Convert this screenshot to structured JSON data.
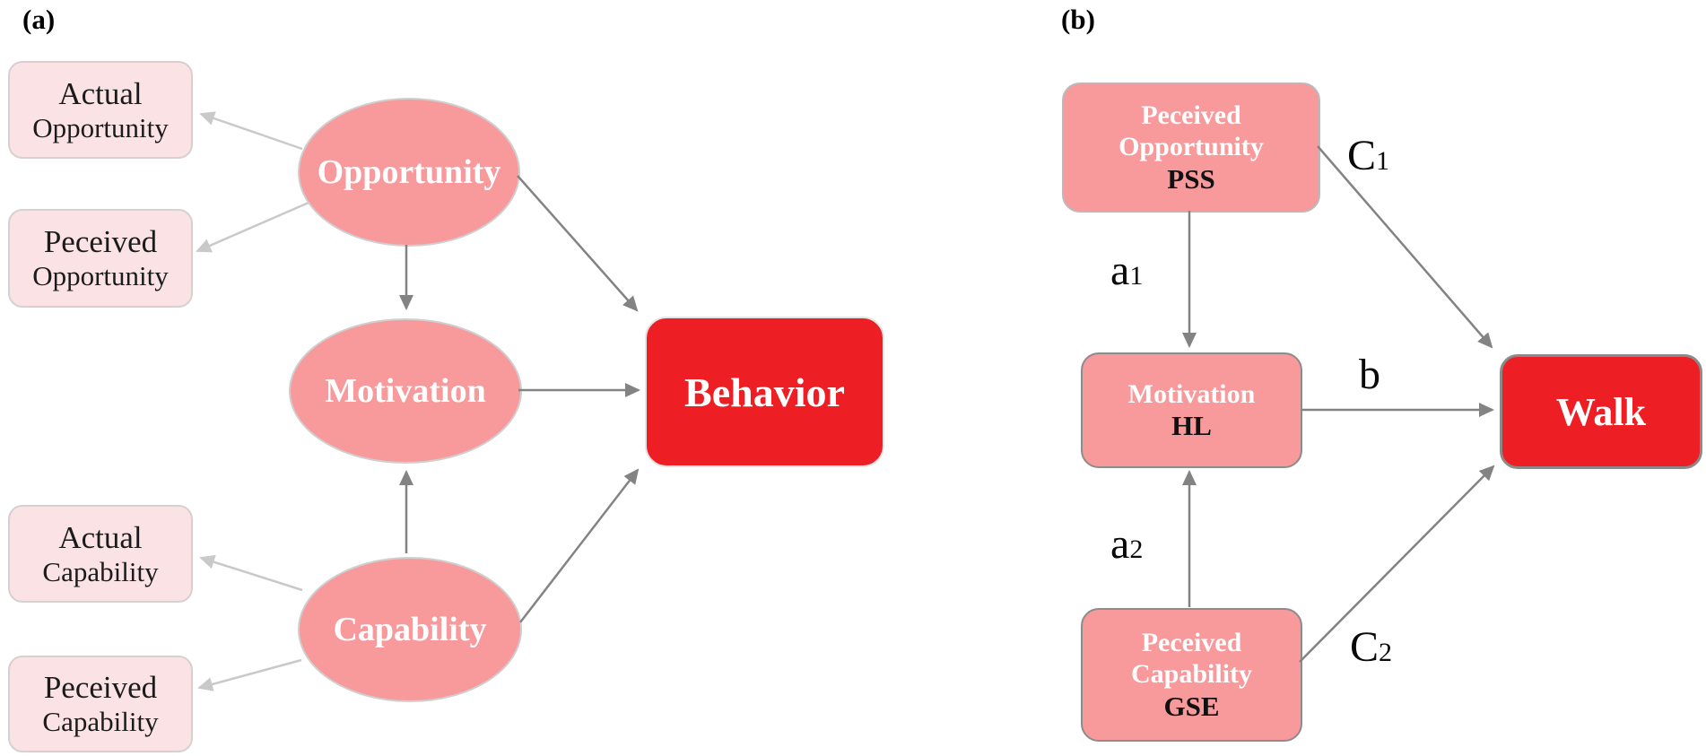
{
  "panel_a": {
    "label": "(a)",
    "actual_opportunity": {
      "line1": "Actual",
      "line2": "Opportunity"
    },
    "peceived_opportunity": {
      "line1": "Peceived",
      "line2": "Opportunity"
    },
    "actual_capability": {
      "line1": "Actual",
      "line2": "Capability"
    },
    "peceived_capability": {
      "line1": "Peceived",
      "line2": "Capability"
    },
    "opportunity": "Opportunity",
    "motivation": "Motivation",
    "capability": "Capability",
    "behavior": "Behavior"
  },
  "panel_b": {
    "label": "(b)",
    "pss": {
      "line1": "Peceived",
      "line2": "Opportunity",
      "code": "PSS"
    },
    "hl": {
      "line1": "Motivation",
      "code": "HL"
    },
    "gse": {
      "line1": "Peceived",
      "line2": "Capability",
      "code": "GSE"
    },
    "walk": "Walk",
    "labels": {
      "a1": {
        "base": "a",
        "sub": "1"
      },
      "c1": {
        "base": "C",
        "sub": "1"
      },
      "b": {
        "base": "b",
        "sub": ""
      },
      "a2": {
        "base": "a",
        "sub": "2"
      },
      "c2": {
        "base": "C",
        "sub": "2"
      }
    }
  },
  "colors": {
    "salmon": "#F8999C",
    "light_pink": "#FBE3E5",
    "red": "#EE1F24",
    "arrow_dark": "#838383",
    "arrow_light": "#C9C9C9"
  }
}
